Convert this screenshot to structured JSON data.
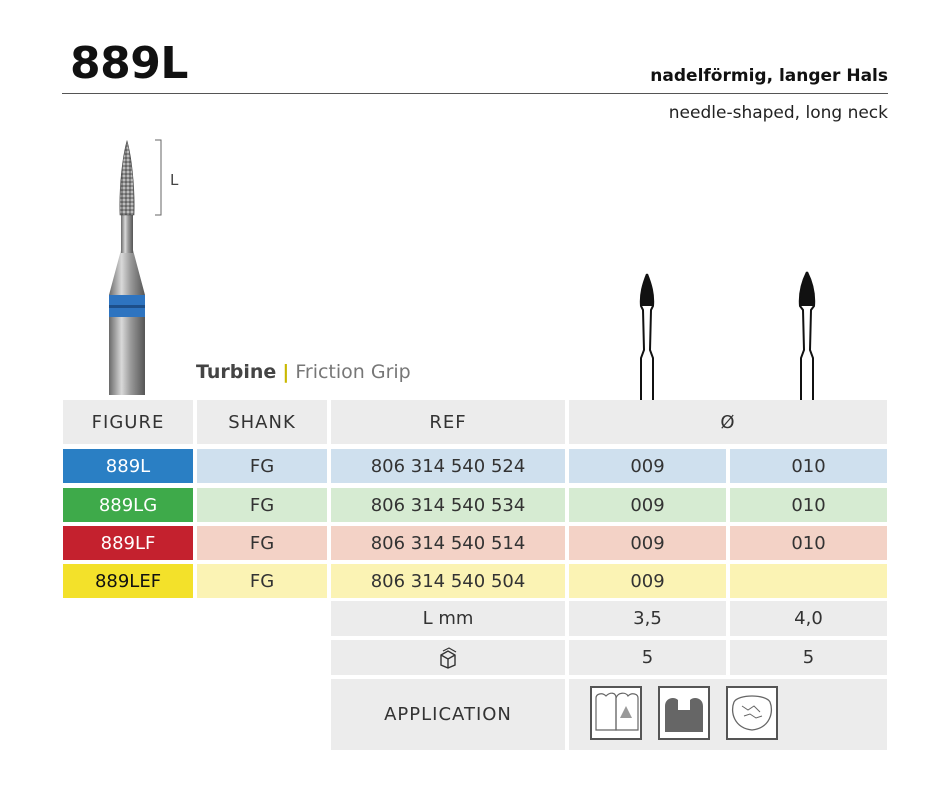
{
  "header": {
    "title": "889L",
    "subtitle_de": "nadelförmig, langer Hals",
    "subtitle_en": "needle-shaped, long neck"
  },
  "figure": {
    "length_label": "L",
    "grip_bold": "Turbine",
    "grip_sep": "|",
    "grip_light": "Friction Grip"
  },
  "table": {
    "headers": {
      "figure": "FIGURE",
      "shank": "SHANK",
      "ref": "REF",
      "diameter": "Ø"
    },
    "rows": [
      {
        "figure": "889L",
        "shank": "FG",
        "ref": "806 314 540 524",
        "d1": "009",
        "d2": "010",
        "fig_color": "#2a7fc4",
        "row_color": "#cfe0ee"
      },
      {
        "figure": "889LG",
        "shank": "FG",
        "ref": "806 314 540 534",
        "d1": "009",
        "d2": "010",
        "fig_color": "#3eaa4a",
        "row_color": "#d6ebd2"
      },
      {
        "figure": "889LF",
        "shank": "FG",
        "ref": "806 314 540 514",
        "d1": "009",
        "d2": "010",
        "fig_color": "#c4212e",
        "row_color": "#f3d2c6"
      },
      {
        "figure": "889LEF",
        "shank": "FG",
        "ref": "806 314 540 504",
        "d1": "009",
        "d2": "",
        "fig_color": "#f3e12a",
        "row_color": "#fbf3b4"
      }
    ],
    "lmm": {
      "label": "L mm",
      "v1": "3,5",
      "v2": "4,0"
    },
    "pack": {
      "icon": "package-box-icon",
      "v1": "5",
      "v2": "5"
    },
    "application": {
      "label": "APPLICATION",
      "icons": [
        "tooth-crown-icon",
        "cavity-prep-icon",
        "occlusal-surface-icon"
      ]
    }
  }
}
